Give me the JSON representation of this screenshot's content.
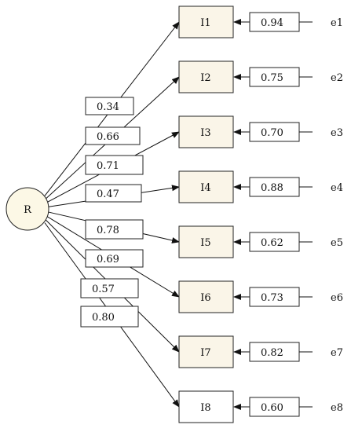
{
  "latent": {
    "label": "R"
  },
  "indicators": [
    {
      "label": "I1",
      "loading": "0.34",
      "error_value": "0.94",
      "error_label": "e1",
      "shaded": true
    },
    {
      "label": "I2",
      "loading": "0.66",
      "error_value": "0.75",
      "error_label": "e2",
      "shaded": true
    },
    {
      "label": "I3",
      "loading": "0.71",
      "error_value": "0.70",
      "error_label": "e3",
      "shaded": true
    },
    {
      "label": "I4",
      "loading": "0.47",
      "error_value": "0.88",
      "error_label": "e4",
      "shaded": true
    },
    {
      "label": "I5",
      "loading": "0.78",
      "error_value": "0.62",
      "error_label": "e5",
      "shaded": true
    },
    {
      "label": "I6",
      "loading": "0.69",
      "error_value": "0.73",
      "error_label": "e6",
      "shaded": true
    },
    {
      "label": "I7",
      "loading": "0.57",
      "error_value": "0.82",
      "error_label": "e7",
      "shaded": true
    },
    {
      "label": "I8",
      "loading": "0.80",
      "error_value": "0.60",
      "error_label": "e8",
      "shaded": false
    }
  ]
}
